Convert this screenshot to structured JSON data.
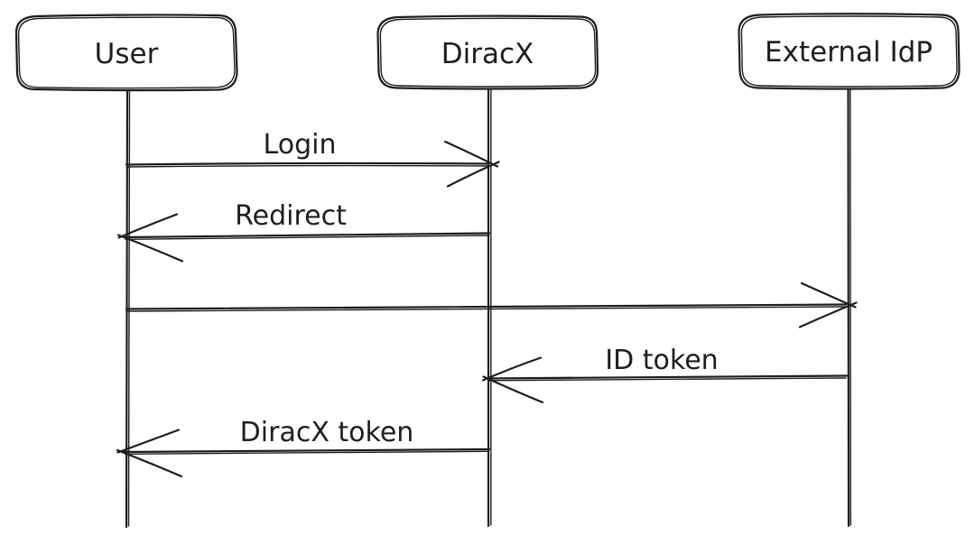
{
  "diagram": {
    "type": "sequence-diagram",
    "style": "hand-drawn",
    "colors": {
      "stroke": "#1e1e1e",
      "background": "#ffffff"
    },
    "actors": [
      {
        "id": "user",
        "label": "User"
      },
      {
        "id": "diracx",
        "label": "DiracX"
      },
      {
        "id": "external-idp",
        "label": "External IdP"
      }
    ],
    "messages": [
      {
        "label": "Login",
        "from": "User",
        "to": "DiracX",
        "direction": "right"
      },
      {
        "label": "Redirect",
        "from": "DiracX",
        "to": "User",
        "direction": "left"
      },
      {
        "label": "",
        "from": "User",
        "to": "External IdP",
        "direction": "right"
      },
      {
        "label": "ID token",
        "from": "External IdP",
        "to": "DiracX",
        "direction": "left"
      },
      {
        "label": "DiracX token",
        "from": "DiracX",
        "to": "User",
        "direction": "left"
      }
    ]
  }
}
